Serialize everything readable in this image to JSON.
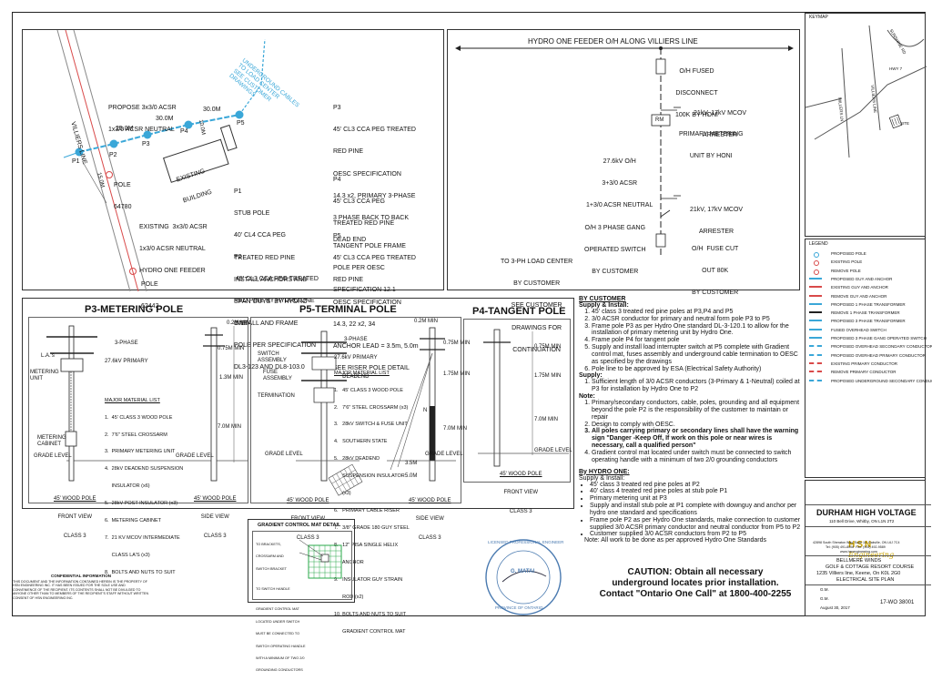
{
  "site_plan": {
    "road_label": "VILLIERS LINE",
    "underground_note": [
      "UNDERGROUND CABLES",
      "TO LOAD CENTER",
      "SEE CUSTOMER",
      "DRAWINGS"
    ],
    "proposed_conductor": [
      "PROPOSE 3x3/0 ACSR",
      "1x3/0 ACSR NEUTRAL"
    ],
    "existing_feeder": [
      "EXISTING  3x3/0 ACSR",
      "1x3/0 ACSR NEUTRAL",
      "HYDRO ONE FEEDER"
    ],
    "existing_building": [
      "EXISTING",
      "BUILDING"
    ],
    "spans": [
      "25.0M",
      "30.0M",
      "30.0M",
      "10.0M",
      "15.0M"
    ],
    "pole_labels": [
      "P1",
      "P2",
      "P3",
      "P4",
      "P5"
    ],
    "existing_poles": [
      {
        "label": "POLE",
        "number": "64780"
      },
      {
        "label": "POLE",
        "number": "62442"
      }
    ],
    "notes_p1": [
      "P1",
      "STUB POLE",
      "40' CL4 CCA PEG",
      "TREATED RED PINE",
      "INSTALL ANCHORS AND",
      "SPAN GUYS  BY HYDRO",
      "ONE"
    ],
    "notes_p2": [
      "P2",
      " 45' CL3 CCA PEG TREATED",
      "RED PINE BY HYDRO ONE",
      "INSTALL AND FRAME",
      "POLE PER SPECIFICATION",
      "DL3-123 AND DL8-103.0"
    ],
    "notes_p3": [
      "P3",
      "45' CL3 CCA PEG TREATED",
      "RED PINE",
      "OESC SPECIFICATION",
      "14.3 x2, PRIMARY 3-PHASE",
      "3 PHASE BACK TO BACK",
      "DEAD END"
    ],
    "notes_p4": [
      "P4",
      "45' CL3 CCA PEG",
      "TREATED RED PINE",
      "TANGENT POLE FRAME",
      "POLE PER OESC",
      "SPECIFICATION 12.1"
    ],
    "notes_p5": [
      "P5",
      "45' CL3 CCA PEG TREATED",
      "RED PINE",
      "OESC SPECIFICATION",
      "14.3, 22 x2, 34",
      "ANCHOR LEAD = 3.5m, 5.0m",
      "SEE RISER POLE DETAIL"
    ]
  },
  "single_line": {
    "title": "HYDRO ONE FEEDER O/H ALONG VILLIERS LINE",
    "fused_disconnect": [
      "O/H FUSED",
      "DISCONNECT",
      "100K BY HONI"
    ],
    "arrester1": [
      "21kV, 17kV MCOV",
      "ARRESTER"
    ],
    "metering_unit": [
      "PRIMARY METERING",
      "UNIT BY HONI"
    ],
    "rm_label": "RM",
    "conductor": [
      "27.6kV O/H",
      "3+3/0 ACSR",
      "1+3/0 ACSR NEUTRAL"
    ],
    "arrester2": [
      "21kV, 17kV MCOV",
      "ARRESTER"
    ],
    "gang_switch": [
      "O/H 3 PHASE GANG",
      "OPERATED SWITCH",
      "BY CUSTOMER"
    ],
    "fuse_cutout": [
      "O/H  FUSE CUT",
      "OUT 80K",
      "BY CUSTOMER"
    ],
    "load_center": [
      "TO 3-PH LOAD CENTER",
      "BY CUSTOMER",
      "SEE CUSTOMER",
      "DRAWINGS FOR",
      "CONTINUATION"
    ]
  },
  "details": {
    "p3_title": "P3-METERING POLE",
    "p5_title": "P5-TERMINAL POLE",
    "p4_title": "P4-TANGENT POLE",
    "p3_front": [
      "45' WOOD POLE",
      "FRONT VIEW",
      "CLASS 3"
    ],
    "p3_side": [
      "45' WOOD POLE",
      "SIDE VIEW",
      "CLASS 3"
    ],
    "p5_front": [
      "45' WOOD POLE",
      "FRONT VIEW",
      "CLASS 3"
    ],
    "p5_side": [
      "45' WOOD POLE",
      "SIDE VIEW",
      "CLASS 3"
    ],
    "p4_front": [
      "45' WOOD POLE",
      "FRONT VIEW",
      "CLASS 3"
    ],
    "primary_note": [
      "3-PHASE",
      "27.6kV PRIMARY"
    ],
    "primary_note_p5": [
      "3-PHASE",
      "27.6kV PRIMARY",
      "DEADEND"
    ],
    "p3_material_title": "MAJOR MATERIAL LIST",
    "p3_materials": [
      "1.  45' CLASS 3 WOOD POLE",
      "2.  7'6\" STEEL CROSSARM",
      "3.  PRIMARY METERING UNIT",
      "4.  28kV DEADEND SUSPENSION",
      "     INSULATOR (x6)",
      "5.  28kV POST INSULATOR (x3)",
      "6.  METERING CABINET",
      "7.  21 KV MCOV INTERMEDIATE",
      "     CLASS LA'S (x3)",
      "8.  BOLTS AND NUTS TO SUIT"
    ],
    "p5_material_title": "MAJOR MATERIAL LIST",
    "p5_materials": [
      "1.   45' CLASS 3 WOOD POLE",
      "2.   7'6\" STEEL CROSSARM (x3)",
      "3.   28kV SWITCH & FUSE UNIT",
      "4.   SOUTHERN STATE",
      "5.   28kV DEADEND",
      "      SUSPENSION INSULATOR",
      "      (x3)",
      "6.   PRIMARY CABLE RISER",
      "7.   3/8\" GRADE 180 GUY STEEL",
      "8.   12\" PISA SINGLE HELIX",
      "      ANCHOR",
      "9.   INSULATOR GUY STRAIN",
      "      ROD (x2)",
      "10. BOLTS AND NUTS TO SUIT",
      "      GRADIENT CONTROL MAT"
    ],
    "p3_labels": {
      "metering_unit": "METERING\nUNIT",
      "metering_cabinet": "METERING\nCABINET",
      "grade": "GRADE LEVEL",
      "la": "L.A.'s"
    },
    "p5_labels": {
      "switch": "SWITCH\nASSEMBLY",
      "fuse": "FUSE\nASSEMBLY",
      "termination": "TERMINATION",
      "grade": "GRADE LEVEL"
    },
    "dims": {
      "d1": "0.2M MIN",
      "d2": "0.75M MIN",
      "d3": "1.3M MIN",
      "d4": "7.0M MIN",
      "d5": "0.2M MIN",
      "d6": "0.75M MIN",
      "d7": "1.75M MIN",
      "d8": "7.0M MIN",
      "d9": "3.5M",
      "d10": "5.0M",
      "p4d1": "0.75M MIN",
      "p4d2": "1.75M MIN",
      "p4d3": "7.0M MIN",
      "p4grade": "GRADE LEVEL",
      "n": "N"
    }
  },
  "gradient_mat": {
    "title": "GRADIENT CONTROL MAT DETAIL",
    "notes": [
      "TO BRACKETS,",
      "CROSSARM AND",
      "SWITCH BRACKET",
      "",
      "TO SWITCH HANDLE",
      "",
      "GRADIENT CONTROL MAT",
      "LOCATED UNDER SWITCH",
      "MUST BE CONNECTED TO",
      "SWITCH OPERATING HANDLE",
      "WITH A MINIMUM OF TWO 2/0",
      "GROUNDING CONDUCTORS"
    ]
  },
  "notes": {
    "by_customer_title": "BY CUSTOMER",
    "supply_install_title": "Supply & Install:",
    "customer_supply_install": [
      "45' class 3 treated red pine poles at P3,P4 and P5",
      "3/0 ACSR conductor for primary and neutral form pole P3 to P5",
      "Frame pole P3 as per Hydro One standard DL-3-120.1 to allow for the installation of primary metering unit by Hydro One.",
      "Frame pole P4 for tangent pole",
      "Supply and install load interrupter switch at P5 complete with Gradient control mat, fuses assembly and underground cable termination to OESC as specified by the drawings",
      "Pole line to be approved by ESA (Electrical Safety Authority)"
    ],
    "supply_title": "Supply:",
    "customer_supply": [
      "Sufficient length of 3/0 ACSR conductors (3-Primary & 1-Neutral) coiled at P3 for installation by Hydro One to P2"
    ],
    "note_title": "Note:",
    "customer_notes": [
      "Primary/secondary conductors, cable, poles, grounding and all equipment beyond the pole P2 is the responsibility of the customer to maintain or repair",
      "Design to comply with OESC.",
      "All poles carrying primary or secondary lines shall have the warning sign \"Danger -Keep Off, If work on this pole or near wires is necessary, call a qualified person\"",
      "Gradient control mat located under switch must be connected to switch operating handle with a minimum of two 2/0 grounding conductors"
    ],
    "by_hydro_title": "By HYDRO ONE:",
    "hydro_supply_title": "Supply & Install:",
    "hydro_items": [
      "45' class 3 treated red pine poles at P2",
      "40' class 4 treated red pine poles at stub pole P1",
      "Primary metering unit at P3",
      "Supply and install stub pole at P1 complete with downguy and anchor per hydro one standard and specifications",
      "Frame pole P2 as per Hydro One standards, make connection to customer supplied 3/0 ACSR primary conductor and neutral conductor from P5 to P2",
      "Customer supplied 3/0 ACSR conductors from P2 to P5"
    ],
    "closing": "Note: All work to be done as per approved Hydro One Standards"
  },
  "caution": {
    "line1": "CAUTION: Obtain all necessary",
    "line2": "underground locates prior installation.",
    "line3": "Contact \"Ontario One Call\" at 1800-400-2255"
  },
  "confidential": {
    "title": "CONFIDENTIAL INFORMATION",
    "body": "THIS DOCUMENT AND THE INFORMATION CONTAINED HEREIN IS THE PROPERTY OF HSN ENGINEERING INC. IT HAS BEEN ISSUED FOR THE SOLE USE AND CONVENIENCE OF THE RECIPIENT. ITS CONTENTS SHALL NOT BE DIVULGED TO ANYONE OTHER THAN TO MEMBERS OF THE RECIPIENT'S STAFF WITHOUT WRITTEN CONSENT OF HSN ENGINEERING INC."
  },
  "seal": {
    "ring_top": "LICENSED PROFESSIONAL ENGINEER",
    "name": "G. MATAI",
    "ring_bottom": "PROVINCE OF ONTARIO"
  },
  "keymap": {
    "title": "KEYMAP",
    "roads": [
      "SUNSHINE RD",
      "HWY 7",
      "VILLIERS LINE",
      "MILLERS LN"
    ],
    "site": "SITE"
  },
  "legend": {
    "title": "LEGEND",
    "items": [
      {
        "label": "PROPOSED POLE",
        "color": "#3aa7d8"
      },
      {
        "label": "EXISTING POLE",
        "color": "#d94a4a"
      },
      {
        "label": "REMOVE POLE",
        "color": "#d94a4a"
      },
      {
        "label": "PROPOSED GUY AND ANCHOR",
        "color": "#3aa7d8"
      },
      {
        "label": "EXISTING GUY AND ANCHOR",
        "color": "#d94a4a"
      },
      {
        "label": "REMOVE GUY AND ANCHOR",
        "color": "#d94a4a"
      },
      {
        "label": "PROPOSED 1 PHASE TRANSFORMER",
        "color": "#3aa7d8"
      },
      {
        "label": "REMOVE 1 PHASE TRANSFORMER",
        "color": "#222222"
      },
      {
        "label": "PROPOSED 3 PHASE TRANSFORMER",
        "color": "#3aa7d8"
      },
      {
        "label": "FUSED OVERHEAD SWITCH",
        "color": "#3aa7d8"
      },
      {
        "label": "PROPOSED 3 PHASE GANG OPERATED SWITCH",
        "color": "#3aa7d8"
      },
      {
        "label": "PROPOSED OVERHEAD SECONDARY CONDUCTOR",
        "color": "#3aa7d8"
      },
      {
        "label": "PROPOSED OVERHEAD PRIMARY CONDUCTOR",
        "color": "#3aa7d8"
      },
      {
        "label": "EXISTING PRIMARY CONDUCTOR",
        "color": "#d94a4a"
      },
      {
        "label": "REMOVE PRIMARY CONDUCTOR",
        "color": "#d94a4a"
      },
      {
        "label": "PROPOSED UNDERGROUND SECONDARY CONDUCTOR",
        "color": "#3aa7d8"
      }
    ]
  },
  "title_block": {
    "project": "DURHAM HIGH VOLTAGE",
    "address": "110 Bell Drive, Whitby, ON L1N 2T2",
    "firm": "HSN",
    "firm_script": "Engineering",
    "firm_address": "42898 South Sheraton Way, Suite 10, Oakville, ON L6J 7C4",
    "firm_contact": "Tel: (905) 491-8008  Fax: (905) 492-9589",
    "firm_web": "www.hsnengineering.com",
    "client": "BELLMERE WINDS",
    "client2": "GOLF & COTTAGE RESORT COURSE",
    "client_addr": "1235 Villiers line, Keene, On K0L 2G0",
    "sheet_title": "ELECTRICAL SITE PLAN",
    "drawn": "G.M.",
    "checked": "G.M.",
    "date": "August 30, 2017",
    "dwg_no": "17-WO 38001"
  }
}
